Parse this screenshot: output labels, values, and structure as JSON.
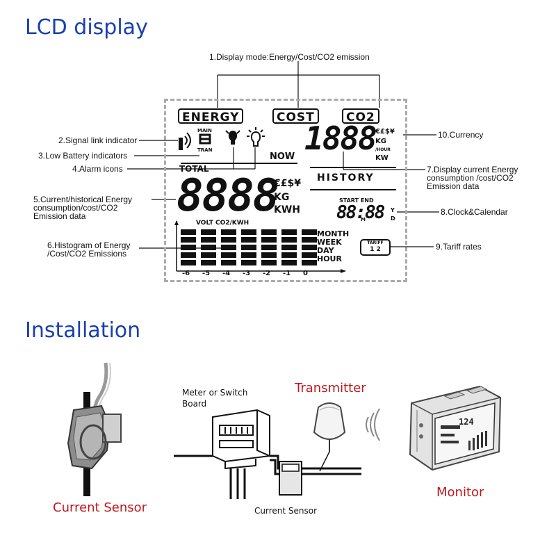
{
  "titles": {
    "lcd": "LCD display",
    "installation": "Installation"
  },
  "callouts": {
    "display_mode": "1.Display mode:Energy/Cost/CO2 emission",
    "signal": "2.Signal link indicator",
    "battery": "3.Low Battery indicators",
    "alarm": "4.Alarm icons",
    "current_data": [
      "5.Current/historical Energy",
      "consumption/cost/CO2",
      "Emission data"
    ],
    "histogram": [
      "6.Histogram of Energy",
      "/Cost/CO2 Emissions"
    ],
    "display_current": [
      "7.Display current Energy",
      "consumption /cost/CO2",
      "Emission data"
    ],
    "clock": "8.Clock&Calendar",
    "tariff": "9.Tariff rates",
    "currency": "10.Currency"
  },
  "lcd": {
    "mode_energy": "ENERGY",
    "mode_cost": "COST",
    "mode_co2": "CO2",
    "main": "MAIN",
    "tran": "TRAN",
    "now": "NOW",
    "small_digits": "1888",
    "small_units": [
      "€£$¥",
      "KG",
      "/HOUR",
      "KW"
    ],
    "total": "TOTAL",
    "history": "HISTORY",
    "big_digits": "8888",
    "big_units": [
      "€£$¥",
      "KG",
      "KWH"
    ],
    "start_end": "START END",
    "clock_digits": "88:88",
    "clock_y": "Y",
    "clock_d": "D",
    "clock_m": "M",
    "volt_co2": "VOLT  CO2/KWH",
    "periods": [
      "MONTH",
      "WEEK",
      "DAY",
      "HOUR"
    ],
    "tariff_label": "TARIFF",
    "tariff_values": "1  2",
    "axis_ticks": [
      "-6",
      "-5",
      "-4",
      "-3",
      "-2",
      "-1",
      "0"
    ]
  },
  "installation": {
    "current_sensor_left": "Current Sensor",
    "meter_board": [
      "Meter or Switch",
      "Board"
    ],
    "transmitter": "Transmitter",
    "current_sensor_bottom": "Current Sensor",
    "monitor": "Monitor",
    "monitor_screen": "124"
  }
}
